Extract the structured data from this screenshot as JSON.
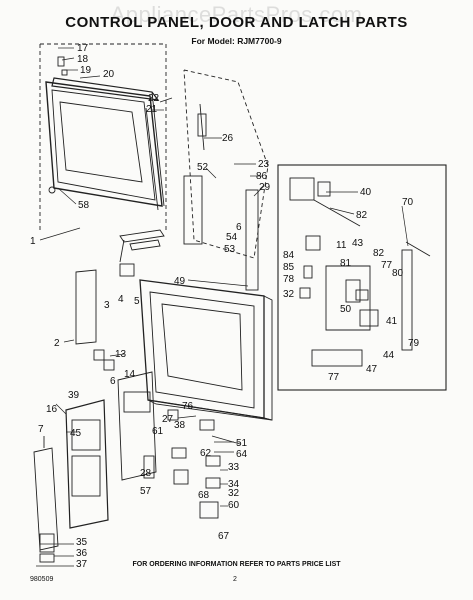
{
  "watermark": "AppliancePartsPros.com",
  "title": "CONTROL PANEL, DOOR AND LATCH PARTS",
  "model_line": "For Model: RJM7700-9",
  "footer_note": "FOR ORDERING INFORMATION REFER TO PARTS PRICE LIST",
  "doc_code": "980509",
  "page_number": "2",
  "callouts": [
    {
      "id": "c17",
      "label": "17"
    },
    {
      "id": "c18",
      "label": "18"
    },
    {
      "id": "c19",
      "label": "19"
    },
    {
      "id": "c20",
      "label": "20"
    },
    {
      "id": "c22",
      "label": "22"
    },
    {
      "id": "c21",
      "label": "21"
    },
    {
      "id": "c26",
      "label": "26"
    },
    {
      "id": "c23",
      "label": "23"
    },
    {
      "id": "c52",
      "label": "52"
    },
    {
      "id": "c86",
      "label": "86"
    },
    {
      "id": "c29",
      "label": "29"
    },
    {
      "id": "c58",
      "label": "58"
    },
    {
      "id": "c1",
      "label": "1"
    },
    {
      "id": "c6a",
      "label": "6"
    },
    {
      "id": "c54",
      "label": "54"
    },
    {
      "id": "c53",
      "label": "53"
    },
    {
      "id": "c49",
      "label": "49"
    },
    {
      "id": "c40",
      "label": "40"
    },
    {
      "id": "c82a",
      "label": "82"
    },
    {
      "id": "c70",
      "label": "70"
    },
    {
      "id": "c84",
      "label": "84"
    },
    {
      "id": "c85",
      "label": "85"
    },
    {
      "id": "c78",
      "label": "78"
    },
    {
      "id": "c11",
      "label": "11"
    },
    {
      "id": "c43",
      "label": "43"
    },
    {
      "id": "c82b",
      "label": "82"
    },
    {
      "id": "c81",
      "label": "81"
    },
    {
      "id": "c77a",
      "label": "77"
    },
    {
      "id": "c80",
      "label": "80"
    },
    {
      "id": "c32",
      "label": "32"
    },
    {
      "id": "c50",
      "label": "50"
    },
    {
      "id": "c41",
      "label": "41"
    },
    {
      "id": "c79",
      "label": "79"
    },
    {
      "id": "c44",
      "label": "44"
    },
    {
      "id": "c47",
      "label": "47"
    },
    {
      "id": "c77b",
      "label": "77"
    },
    {
      "id": "c4",
      "label": "4"
    },
    {
      "id": "c5",
      "label": "5"
    },
    {
      "id": "c3",
      "label": "3"
    },
    {
      "id": "c2",
      "label": "2"
    },
    {
      "id": "c13",
      "label": "13"
    },
    {
      "id": "c6b",
      "label": "6"
    },
    {
      "id": "c14",
      "label": "14"
    },
    {
      "id": "c76",
      "label": "76"
    },
    {
      "id": "c39",
      "label": "39"
    },
    {
      "id": "c16",
      "label": "16"
    },
    {
      "id": "c7",
      "label": "7"
    },
    {
      "id": "c45",
      "label": "45"
    },
    {
      "id": "c61",
      "label": "61"
    },
    {
      "id": "c27",
      "label": "27"
    },
    {
      "id": "c38",
      "label": "38"
    },
    {
      "id": "c51",
      "label": "51"
    },
    {
      "id": "c64",
      "label": "64"
    },
    {
      "id": "c28",
      "label": "28"
    },
    {
      "id": "c62",
      "label": "62"
    },
    {
      "id": "c33",
      "label": "33"
    },
    {
      "id": "c34",
      "label": "34"
    },
    {
      "id": "c57",
      "label": "57"
    },
    {
      "id": "c68",
      "label": "68"
    },
    {
      "id": "c32b",
      "label": "32"
    },
    {
      "id": "c60",
      "label": "60"
    },
    {
      "id": "c67",
      "label": "67"
    },
    {
      "id": "c35",
      "label": "35"
    },
    {
      "id": "c36",
      "label": "36"
    },
    {
      "id": "c37",
      "label": "37"
    }
  ]
}
